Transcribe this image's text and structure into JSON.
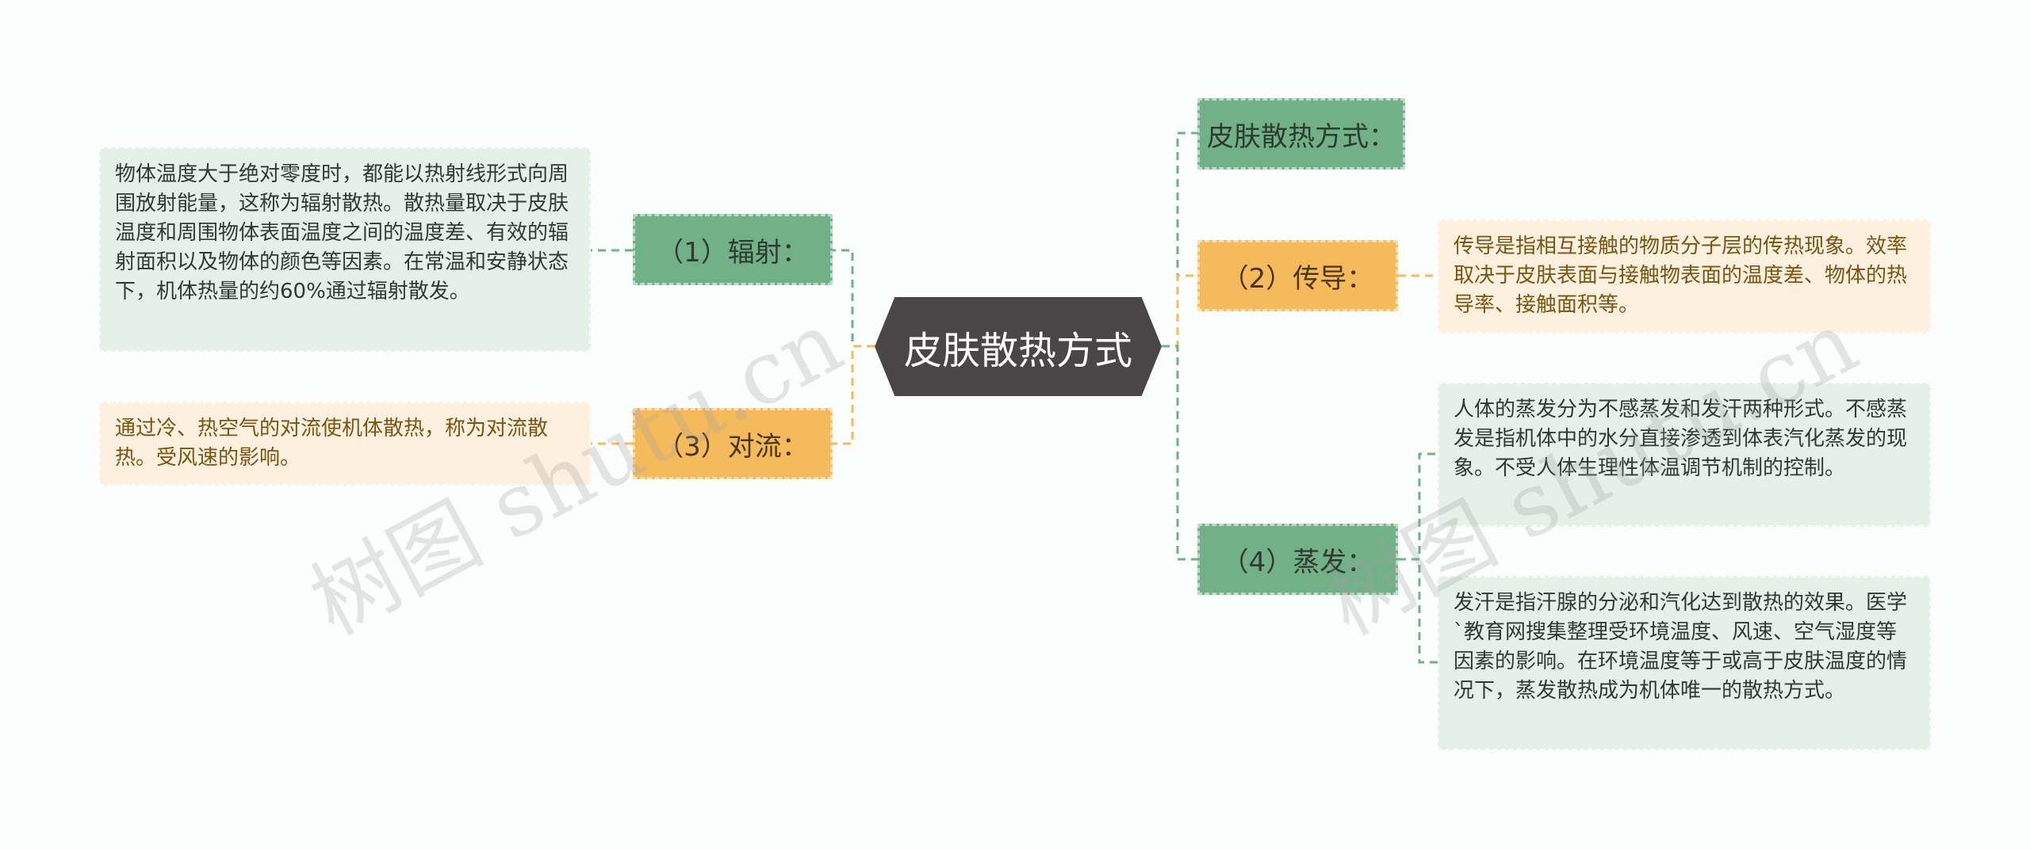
{
  "title": "皮肤散热方式",
  "branches": {
    "radiation": {
      "label": "（1）辐射：",
      "text": "物体温度大于绝对零度时，都能以热射线形式向周围放射能量，这称为辐射散热。散热量取决于皮肤温度和周围物体表面温度之间的温度差、有效的辐射面积以及物体的颜色等因素。在常温和安静状态下，机体热量的约60%通过辐射散发。"
    },
    "convection": {
      "label": "（3）对流：",
      "text": "通过冷、热空气的对流使机体散热，称为对流散热。受风速的影响。"
    },
    "methods": {
      "label": "皮肤散热方式："
    },
    "conduction": {
      "label": "（2）传导：",
      "text": "传导是指相互接触的物质分子层的传热现象。效率取决于皮肤表面与接触物表面的温度差、物体的热导率、接触面积等。"
    },
    "evaporation": {
      "label": "（4）蒸发：",
      "text1": "人体的蒸发分为不感蒸发和发汗两种形式。不感蒸发是指机体中的水分直接渗透到体表汽化蒸发的现象。不受人体生理性体温调节机制的控制。",
      "text2": "发汗是指汗腺的分泌和汽化达到散热的效果。医学`教育网搜集整理受环境温度、风速、空气湿度等因素的影响。在环境温度等于或高于皮肤温度的情况下，蒸发散热成为机体唯一的散热方式。"
    }
  },
  "watermarks": [
    "树图 shutu.cn",
    "树图 shutu.cn"
  ],
  "colors": {
    "green": "#72b088",
    "yellow": "#f5ba5c",
    "center": "#4a4546",
    "leaf_green": "#e5f0e8",
    "leaf_yellow": "#fdf0de"
  }
}
